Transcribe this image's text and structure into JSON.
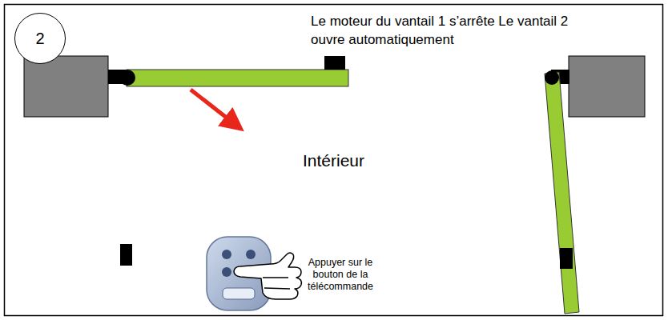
{
  "diagram": {
    "nodes": [
      {
        "text": [
          "2"
        ]
      }
    ],
    "labels": [
      "Le moteur du vantail 1 s’arrête Le vantail 2 ouvre automatiquement",
      "Intérieur",
      "Appuyer sur le bouton de la télécommande"
    ]
  }
}
